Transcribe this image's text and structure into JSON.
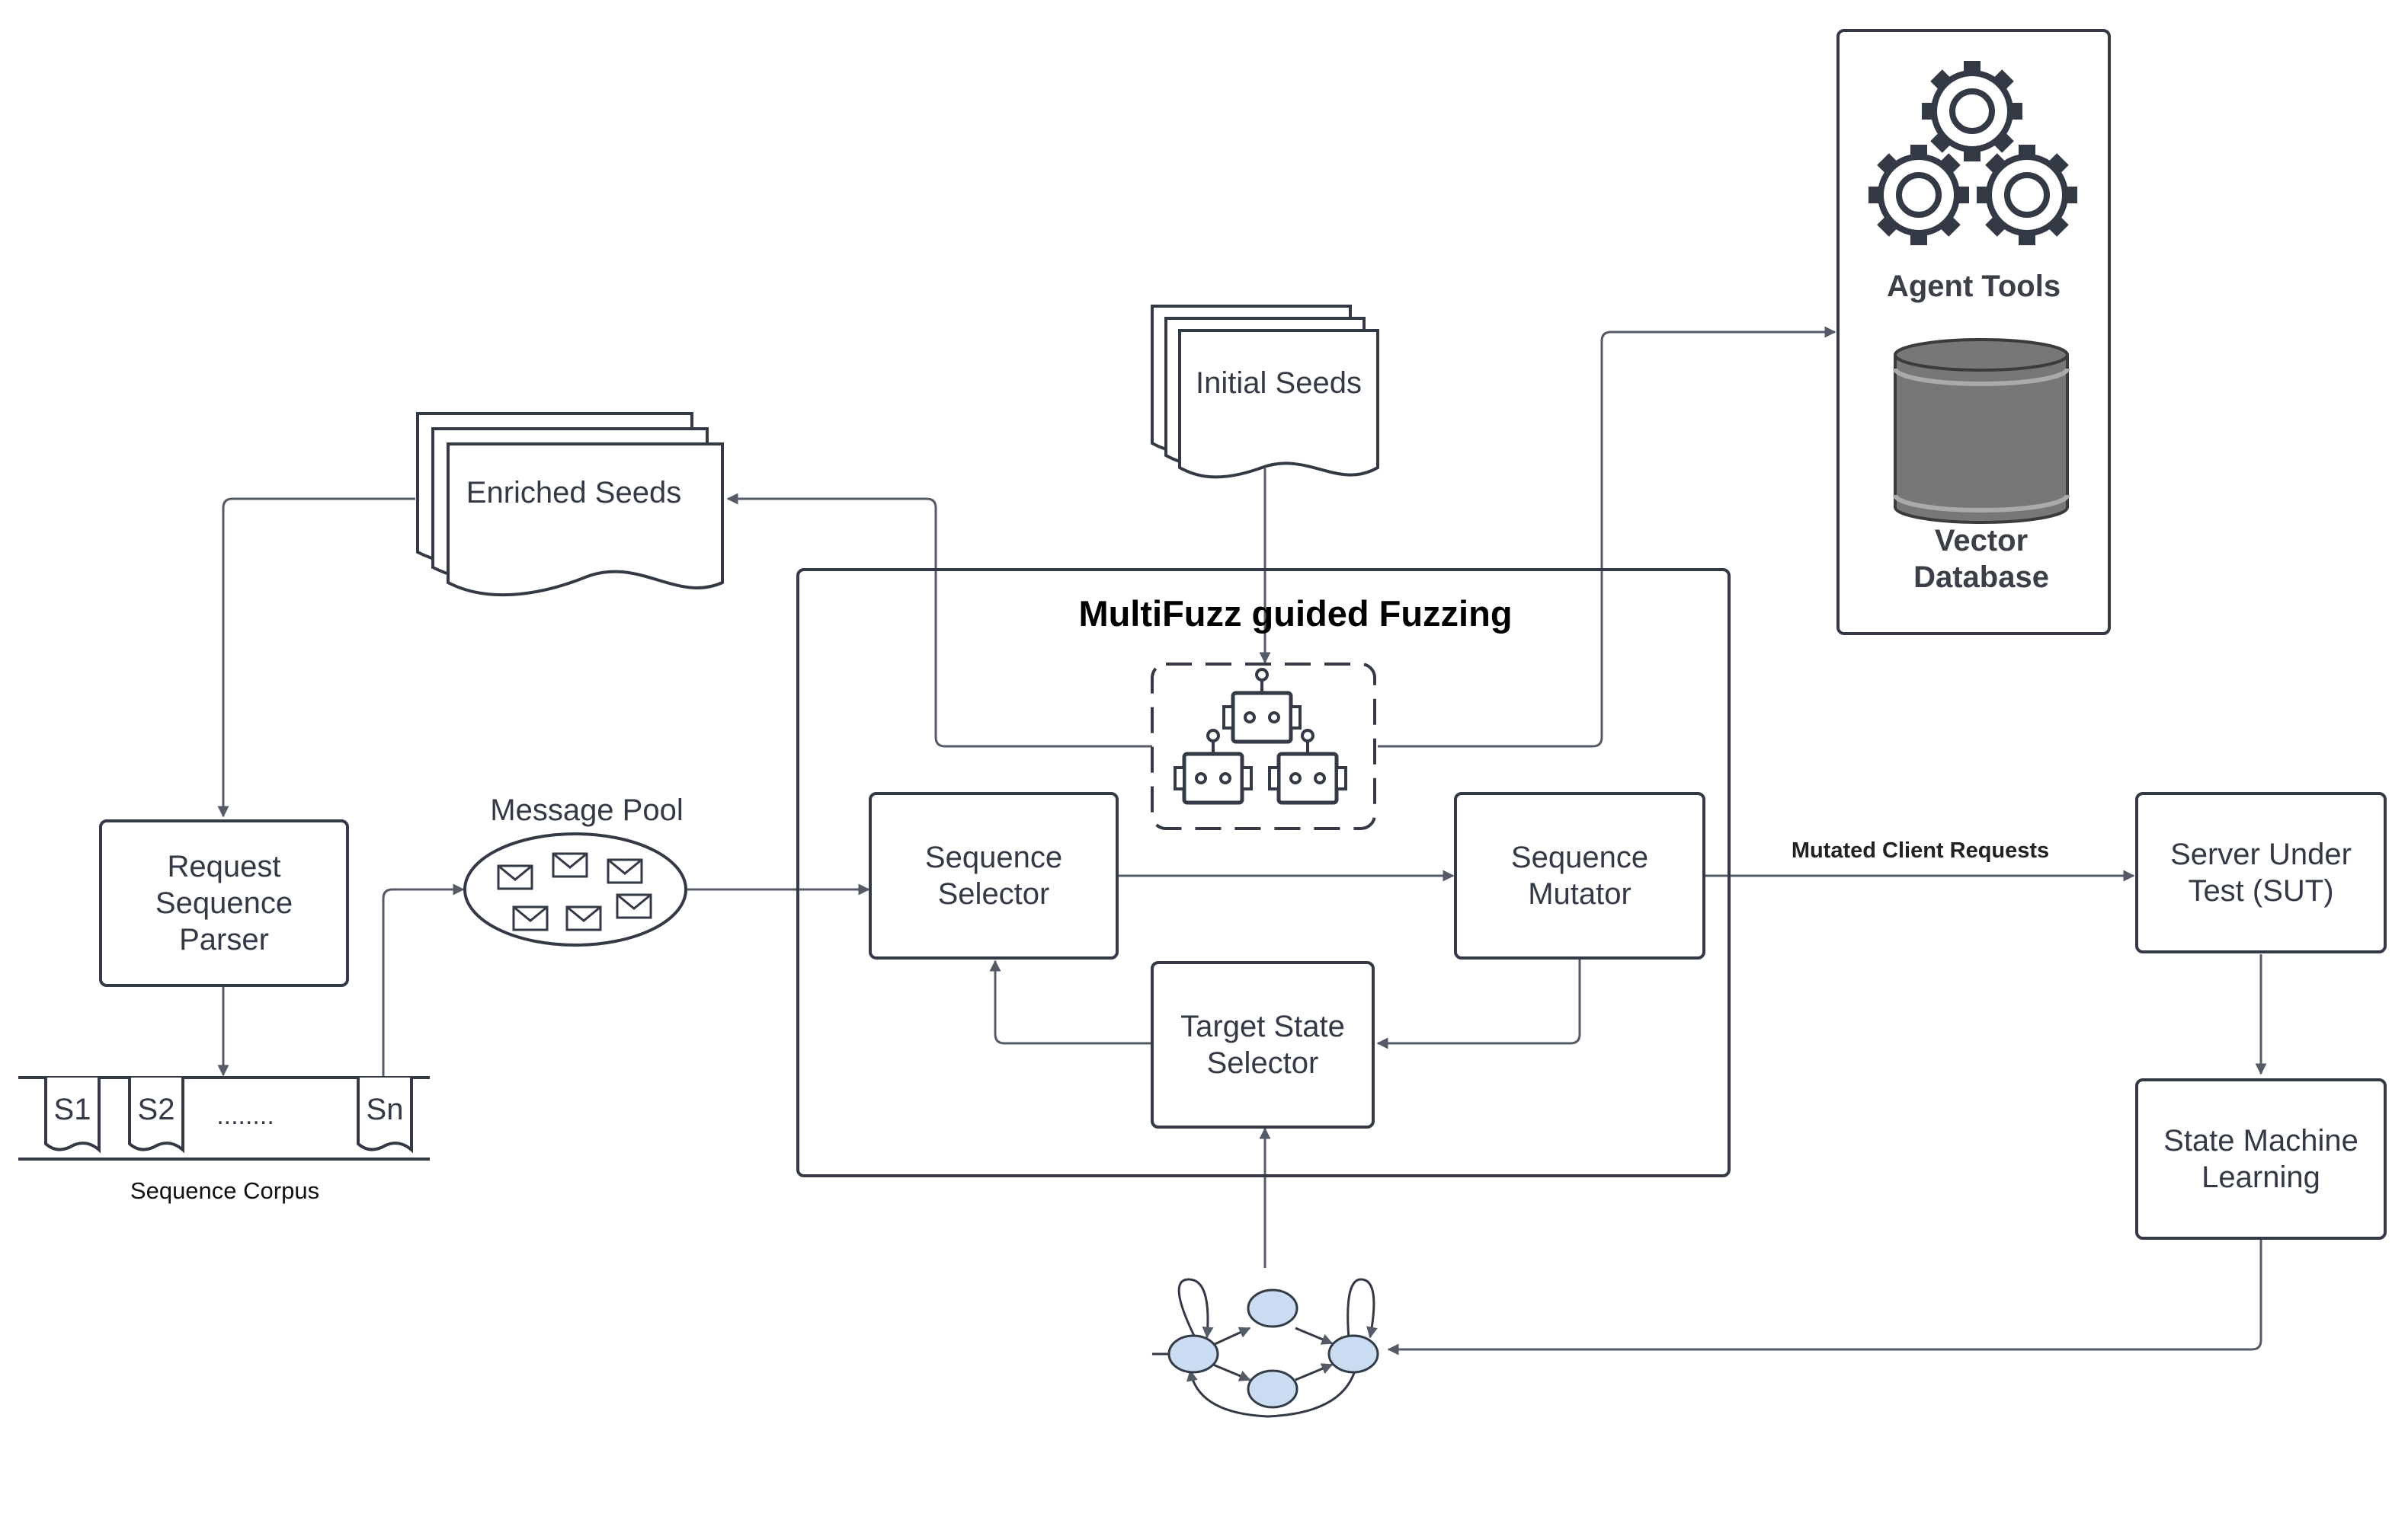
{
  "diagram": {
    "title": "MultiFuzz guided Fuzzing",
    "nodes": {
      "initial_seeds": "Initial Seeds",
      "enriched_seeds": "Enriched Seeds",
      "request_parser": "Request\nSequence\nParser",
      "message_pool": "Message Pool",
      "sequence_selector": "Sequence\nSelector",
      "sequence_mutator": "Sequence\nMutator",
      "target_state_selector": "Target State\nSelector",
      "server_under_test": "Server Under\nTest (SUT)",
      "state_machine_learning": "State Machine\nLearning",
      "agent_tools": "Agent Tools",
      "vector_database": "Vector\nDatabase"
    },
    "corpus": {
      "caption": "Sequence Corpus",
      "items": [
        "S1",
        "S2",
        "........",
        "Sn"
      ]
    },
    "edge_labels": {
      "mutated_requests": "Mutated Client Requests"
    },
    "icons": [
      "gears-icon",
      "database-icon",
      "robot-agents-icon",
      "envelope-icon",
      "state-machine-icon"
    ],
    "colors": {
      "stroke": "#333a45",
      "arrow": "#555b66",
      "database_fill": "#777777",
      "state_node_fill": "#c9dcf1"
    }
  }
}
